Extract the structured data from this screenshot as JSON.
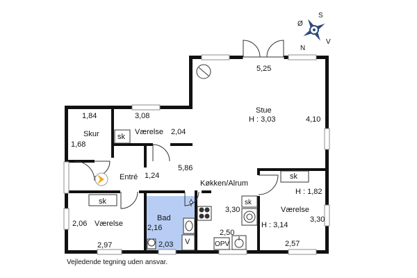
{
  "compass": {
    "letters": [
      "Ø",
      "S",
      "N",
      "V"
    ]
  },
  "rooms": {
    "stue": {
      "name": "Stue",
      "height": "H : 3,03",
      "dim_top": "5,25",
      "dim_side": "4,10"
    },
    "vaerelse_1": {
      "name": "Værelse",
      "dim_top": "3,08",
      "dim_side": "2,04"
    },
    "skur": {
      "name": "Skur",
      "dim_top": "1,84",
      "dim_side": "1,68"
    },
    "entre": {
      "name": "Entré",
      "dim": "1,24"
    },
    "hall_dim": "5,86",
    "koekken": {
      "name": "Køkken/Alrum",
      "dim_side": "3,30",
      "dim_bottom": "2,50"
    },
    "vaerelse_2": {
      "name": "Værelse",
      "height_top": "H : 1,82",
      "height": "H : 3,14",
      "dim_side": "3,30",
      "dim_bottom": "2,57"
    },
    "vaerelse_3": {
      "name": "Værelse",
      "dim_side": "2,06",
      "dim_bottom": "2,97"
    },
    "bad": {
      "name": "Bad",
      "dim_side": "2,16",
      "dim_bottom": "2,03"
    }
  },
  "fixtures": {
    "closet": "sk",
    "ventilation": "V",
    "dishwasher": "OPV"
  },
  "colors": {
    "wall": "#111111",
    "bath": "#b7cdf4",
    "entry_arrow": "#f2a81d",
    "window": "#8c8c8c"
  },
  "footer": {
    "disclaimer": "Vejledende tegning uden ansvar."
  }
}
